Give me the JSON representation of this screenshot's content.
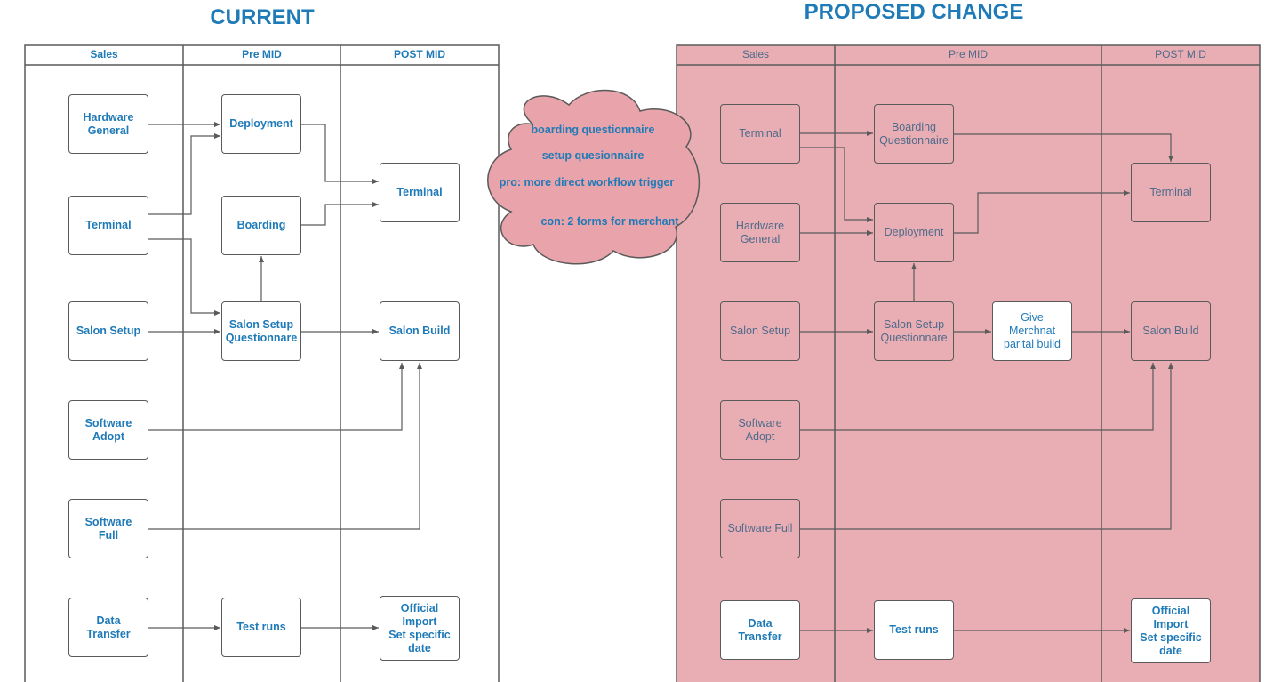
{
  "current": {
    "title": "CURRENT",
    "lanes": [
      "Sales",
      "Pre MID",
      "POST MID"
    ],
    "boxes": {
      "hardware_general": "Hardware\nGeneral",
      "terminal": "Terminal",
      "salon_setup": "Salon Setup",
      "software_adopt": "Software\nAdopt",
      "software_full": "Software\nFull",
      "data_transfer": "Data\nTransfer",
      "deployment": "Deployment",
      "boarding": "Boarding",
      "salon_setup_questionnare": "Salon Setup\nQuestionnare",
      "test_runs": "Test runs",
      "terminal_post": "Terminal",
      "salon_build": "Salon Build",
      "official_import": "Official\nImport\nSet specific\ndate"
    }
  },
  "cloud": {
    "lines": [
      "boarding questionnaire",
      "setup quesionnaire",
      "pro: more direct workflow trigger",
      "con: 2 forms for merchant"
    ]
  },
  "proposed": {
    "title": "PROPOSED CHANGE",
    "lanes": [
      "Sales",
      "Pre MID",
      "POST MID"
    ],
    "boxes": {
      "terminal": "Terminal",
      "hardware_general": "Hardware\nGeneral",
      "salon_setup": "Salon Setup",
      "software_adopt": "Software\nAdopt",
      "software_full": "Software Full",
      "data_transfer": "Data\nTransfer",
      "boarding_questionnaire": "Boarding\nQuestionnaire",
      "deployment": "Deployment",
      "salon_setup_questionnare": "Salon Setup\nQuestionnare",
      "give_partial_build": "Give\nMerchnat\nparital build",
      "test_runs": "Test runs",
      "terminal_post": "Terminal",
      "salon_build": "Salon Build",
      "official_import": "Official\nImport\nSet specific\ndate"
    }
  },
  "colors": {
    "accent": "#1f7ab8",
    "proposed_fill": "#e8aeb4",
    "cloud_fill": "#e8a3ab",
    "line": "#5a5a5a"
  }
}
